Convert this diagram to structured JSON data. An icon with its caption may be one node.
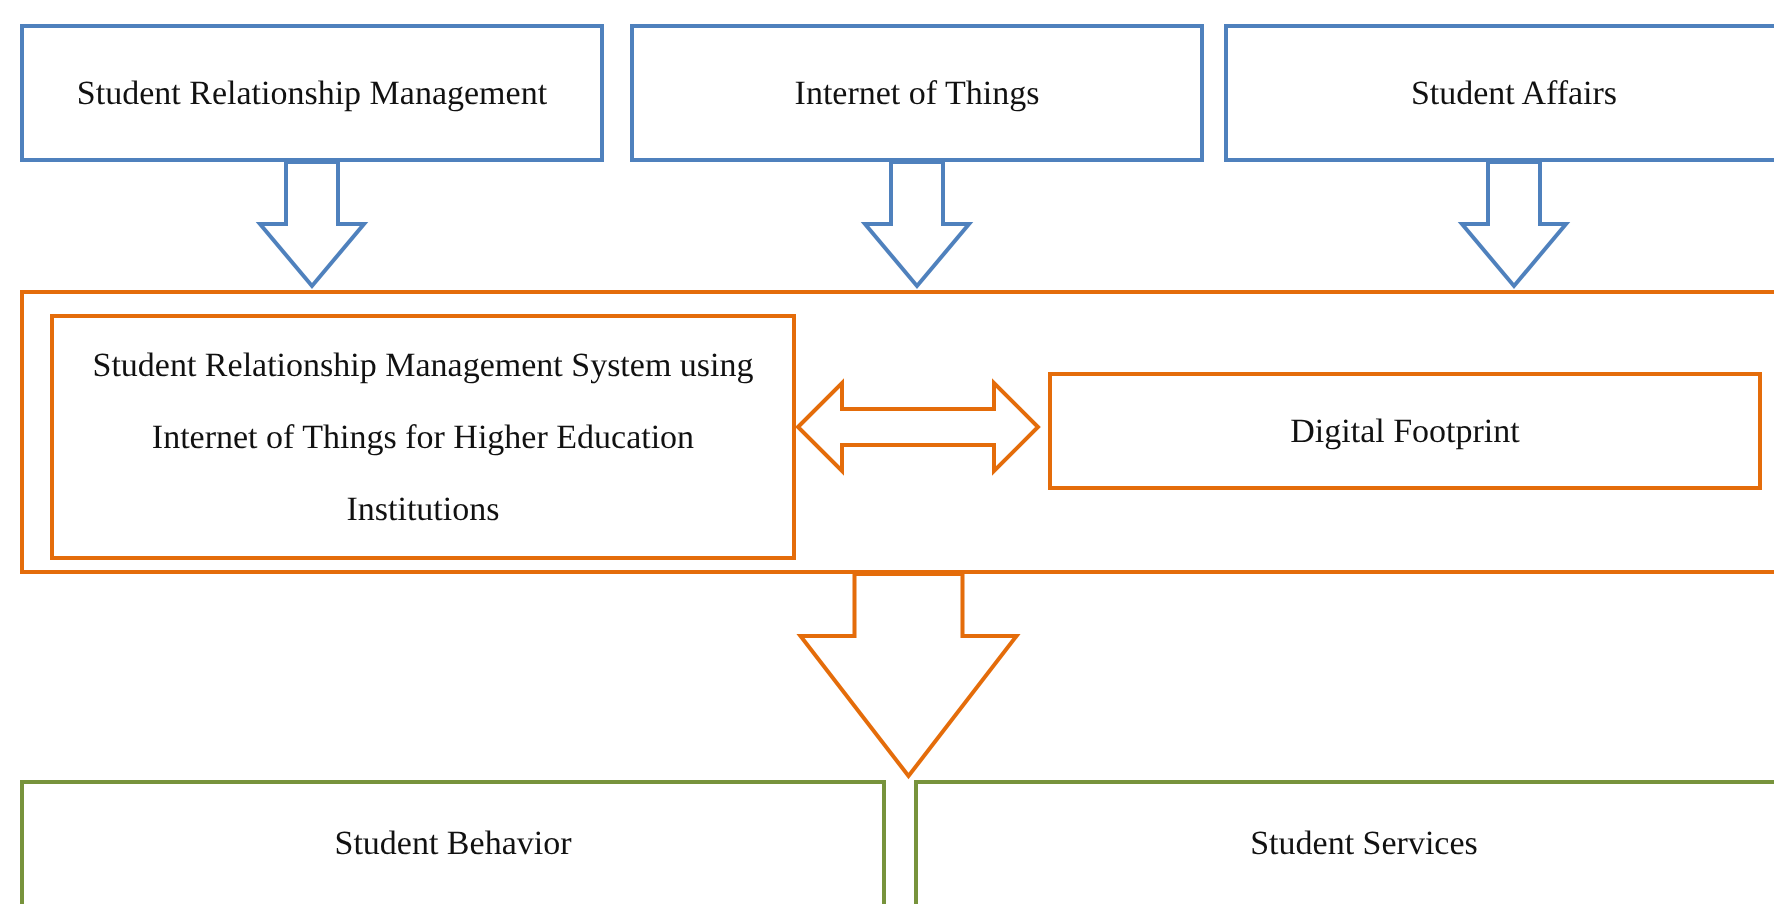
{
  "diagram": {
    "nodes": [
      {
        "text": [
          "Student Relationship Management"
        ]
      },
      {
        "text": [
          "Internet of Things"
        ]
      },
      {
        "text": [
          "Student Affairs"
        ]
      },
      {
        "text": [],
        "shape": "box"
      },
      {
        "text": [
          "Student Relationship Management System using Internet of Things for Higher Education Institutions"
        ],
        "in": 3
      },
      {
        "text": [
          "Digital Footprint"
        ],
        "in": 3
      },
      {
        "text": [
          "Student Behavior"
        ]
      },
      {
        "text": [
          "Student Services"
        ]
      }
    ],
    "edges": [
      {
        "from": 0,
        "to": 3,
        "arrow": "to",
        "color": "#4f81bd"
      },
      {
        "from": 1,
        "to": 3,
        "arrow": "to",
        "color": "#4f81bd"
      },
      {
        "from": 2,
        "to": 3,
        "arrow": "to",
        "color": "#4f81bd"
      },
      {
        "from": 4,
        "to": 5,
        "arrow": "both",
        "color": "#e46c0a"
      },
      {
        "from": 3,
        "to": 6,
        "arrow": "to",
        "color": "#e46c0a"
      },
      {
        "from": 3,
        "to": 7,
        "arrow": "to",
        "color": "#e46c0a"
      }
    ]
  }
}
